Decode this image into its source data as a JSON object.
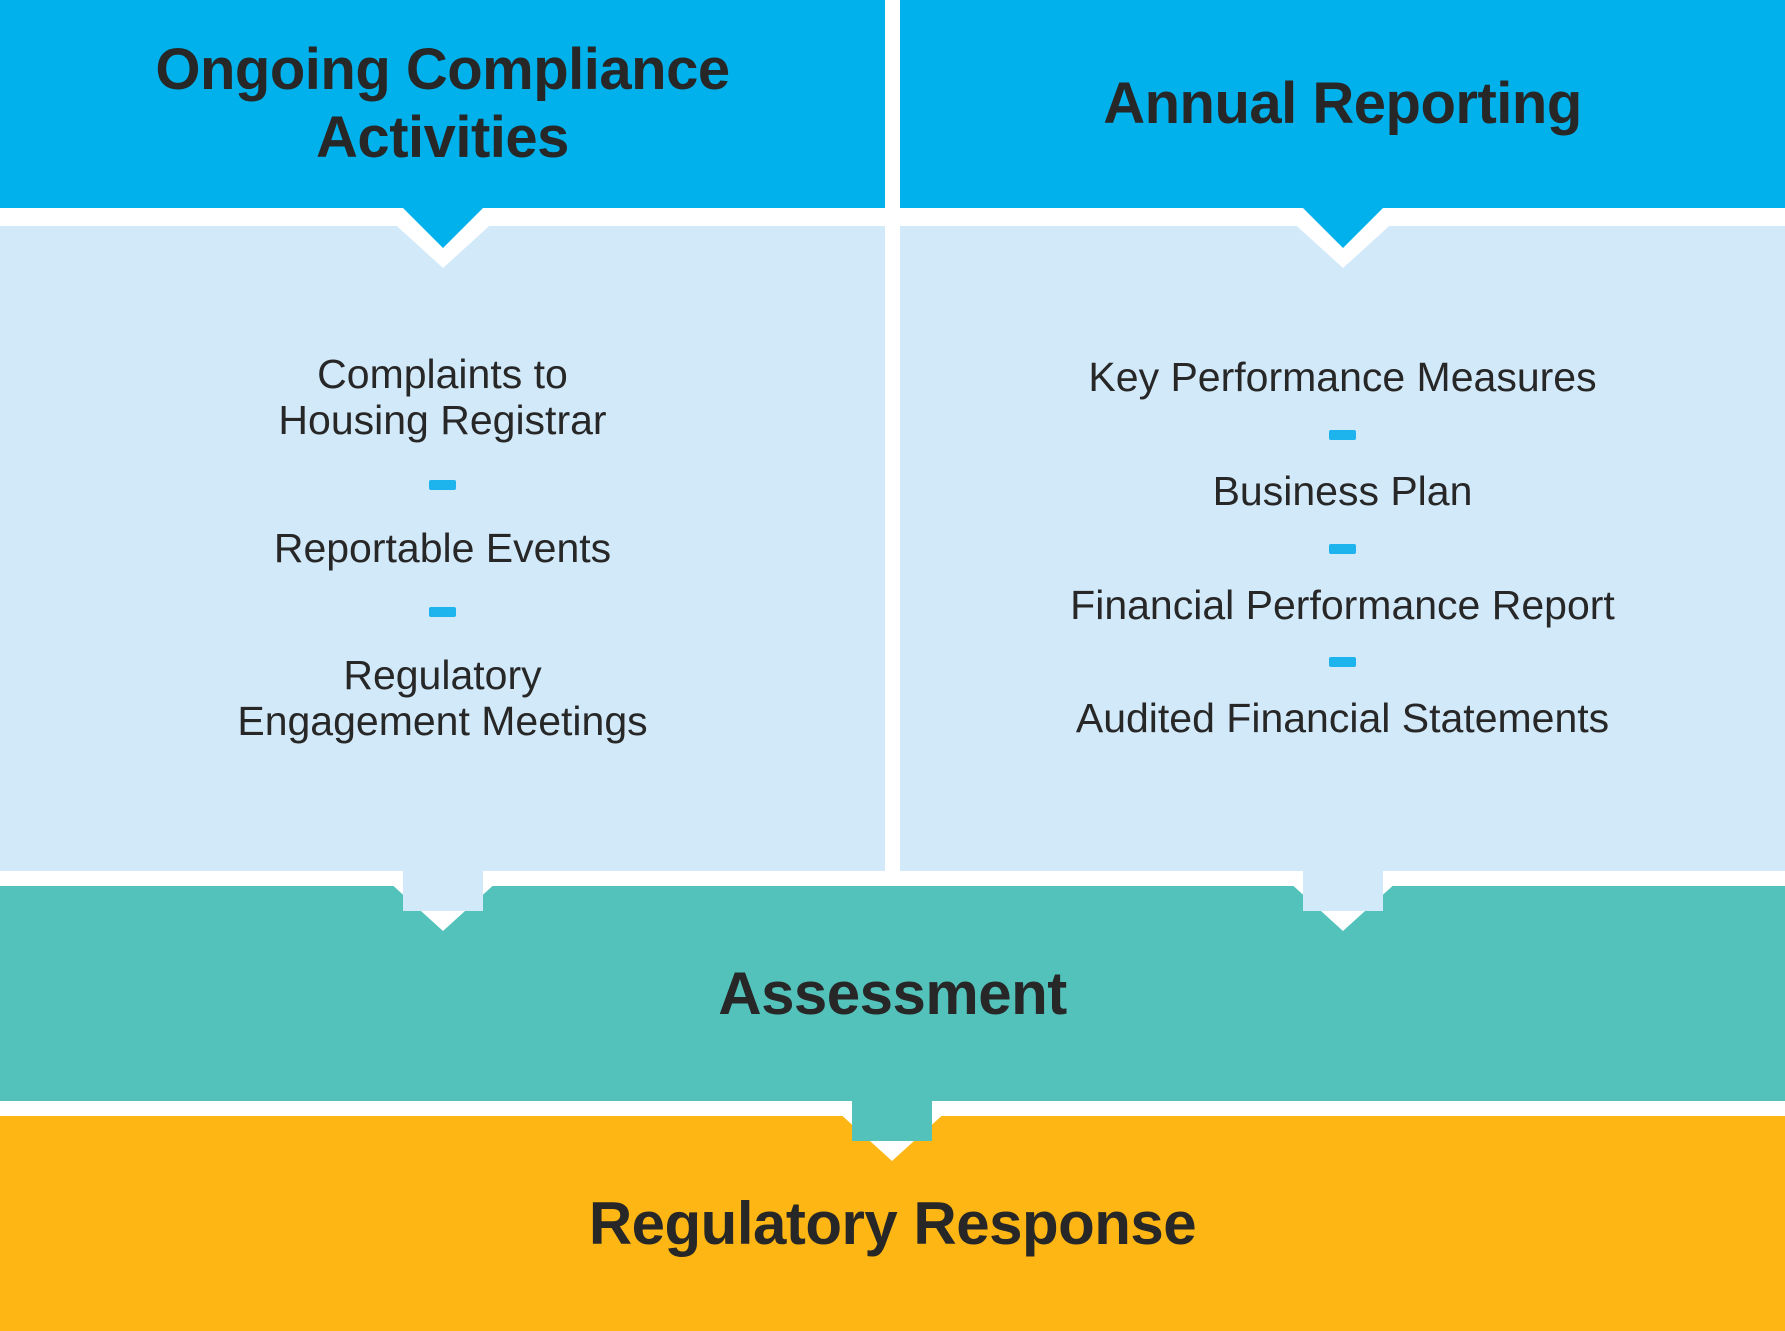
{
  "diagram": {
    "columns": [
      {
        "header": "Ongoing Compliance\nActivities",
        "items": [
          "Complaints to\nHousing Registrar",
          "Reportable Events",
          "Regulatory\nEngagement Meetings"
        ]
      },
      {
        "header": "Annual Reporting",
        "items": [
          "Key Performance Measures",
          "Business Plan",
          "Financial Performance Report",
          "Audited Financial Statements"
        ]
      }
    ],
    "assessment_label": "Assessment",
    "regulatory_response_label": "Regulatory Response"
  },
  "palette": {
    "header_blue": "#00b1ec",
    "panel_blue": "#d2e9f9",
    "teal": "#53c2bb",
    "orange": "#fdb614",
    "dash_cyan": "#1db3ec",
    "text_dark": "#272727"
  }
}
